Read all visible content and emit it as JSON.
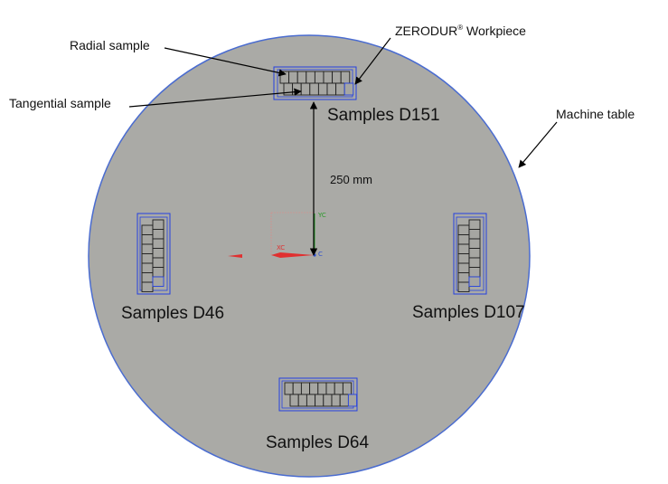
{
  "diagram": {
    "labels": {
      "radial_sample": "Radial sample",
      "tangential_sample": "Tangential sample",
      "workpiece": "ZERODUR",
      "workpiece_reg": "®",
      "workpiece_suffix": " Workpiece",
      "machine_table": "Machine table",
      "distance": "250 mm"
    },
    "sample_groups": [
      {
        "id": "d151",
        "label": "Samples D151"
      },
      {
        "id": "d46",
        "label": "Samples D46"
      },
      {
        "id": "d107",
        "label": "Samples D107"
      },
      {
        "id": "d64",
        "label": "Samples D64"
      }
    ],
    "axes": {
      "yc": "YC",
      "xc": "XC",
      "c": "C"
    },
    "colors": {
      "table_fill": "#aaaaa6",
      "table_edge": "#4a6cd0",
      "frame_blue": "#2440e0",
      "sample_fill": "#a6a6a2",
      "sample_edge": "#1e1e1e",
      "arrow": "#000000",
      "axis_red": "#e03030",
      "axis_green": "#2a9a2a",
      "axis_blue": "#3050d0"
    }
  }
}
